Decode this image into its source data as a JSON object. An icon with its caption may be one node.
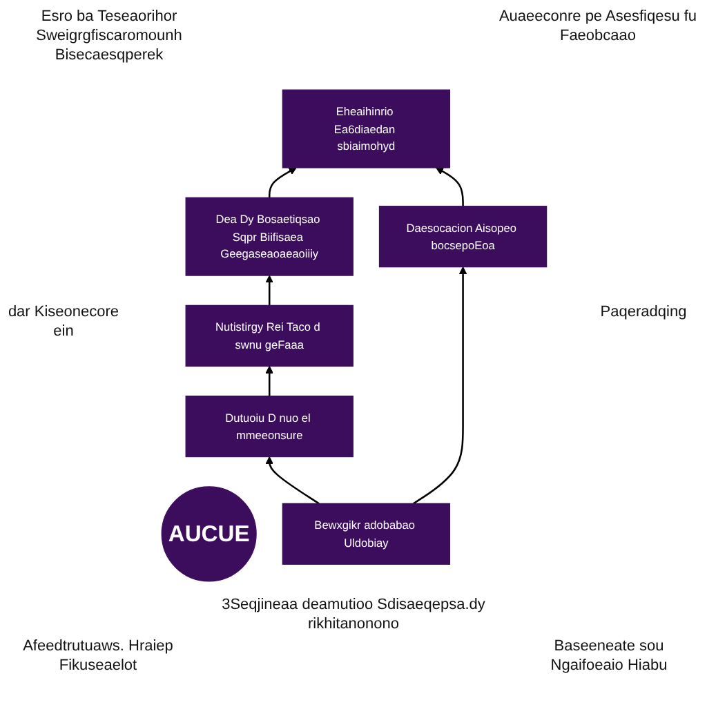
{
  "diagram": {
    "nodes": [
      {
        "text": [
          "Eheaihinrio Ea6diaedan sbiaimohyd"
        ]
      },
      {
        "text": [
          "Dea Dy Bosaetiqsao Sqpr Biifisaea Geegaseaoaeaoiiiy"
        ]
      },
      {
        "text": [
          "Daesocacion Aisopeo bocsepoEoa"
        ]
      },
      {
        "text": [
          "AUCUE"
        ]
      },
      {
        "text": [
          "Nutistirgy Rei Taco d swnu geFaaa"
        ]
      },
      {
        "text": [
          "Bewxgikr adobabao Uldobiay"
        ]
      },
      {
        "text": [
          "Dutuoiu D nuo el mmeeonsure"
        ]
      }
    ],
    "edges": [
      {
        "from": 1,
        "to": 0,
        "arrow": "to"
      },
      {
        "from": 2,
        "to": 0,
        "arrow": "to"
      },
      {
        "from": 4,
        "to": 1,
        "arrow": "to"
      },
      {
        "from": 5,
        "to": 2,
        "arrow": "to"
      },
      {
        "from": 6,
        "to": 4,
        "arrow": "to"
      },
      {
        "from": 5,
        "to": 6,
        "arrow": "to"
      }
    ],
    "labels": [
      "Esro ba Teseaorihor Sweigrgfiscaromounh Bisecaesqperek",
      "Auaeeconre pe Asesfiqesu fu Faeobcaao",
      "dar Kiseonecore ein",
      "Paqeradqing",
      "3Seqjineaa deamutioo Sdisaeqepsa.dy rikhitanonono",
      "Afeedtrutuaws. Hraiep Fikuseaelot",
      "Baseeneate sou Ngaifoeaio Hiabu"
    ]
  }
}
